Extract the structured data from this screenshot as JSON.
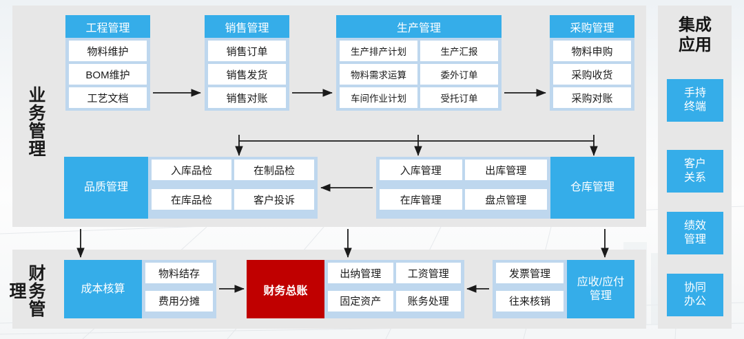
{
  "sections": {
    "business": {
      "title": "业务管理"
    },
    "finance": {
      "title": "财务管理"
    },
    "integration": {
      "title": "集成应用"
    }
  },
  "business_modules": [
    {
      "name": "engineering",
      "header": "工程管理",
      "items": [
        "物料维护",
        "BOM维护",
        "工艺文档"
      ]
    },
    {
      "name": "sales",
      "header": "销售管理",
      "items": [
        "销售订单",
        "销售发货",
        "销售对账"
      ]
    },
    {
      "name": "production",
      "header": "生产管理",
      "items": [
        "生产排产计划",
        "生产汇报",
        "物料需求运算",
        "委外订单",
        "车间作业计划",
        "受托订单"
      ]
    },
    {
      "name": "purchasing",
      "header": "采购管理",
      "items": [
        "物料申购",
        "采购收货",
        "采购对账"
      ]
    }
  ],
  "business_row2": [
    {
      "name": "quality",
      "label": "品质管理",
      "label_side": "left",
      "items": [
        "入库品检",
        "在制品检",
        "在库品检",
        "客户投诉"
      ]
    },
    {
      "name": "warehouse",
      "label": "仓库管理",
      "label_side": "right",
      "items": [
        "入库管理",
        "出库管理",
        "在库管理",
        "盘点管理"
      ]
    }
  ],
  "finance_modules": [
    {
      "name": "cost-accounting",
      "label": "成本核算",
      "label_side": "left",
      "items": [
        "物料结存",
        "费用分摊"
      ]
    },
    {
      "name": "general-ledger",
      "label": "财务总账",
      "label_side": "block",
      "items": []
    },
    {
      "name": "ledger-functions",
      "label": "",
      "label_side": "none",
      "items": [
        "出纳管理",
        "工资管理",
        "固定资产",
        "账务处理"
      ]
    },
    {
      "name": "receivable-payable",
      "label": "应收/应付\n管理",
      "label_side": "right",
      "items": [
        "发票管理",
        "往来核销"
      ]
    }
  ],
  "finance_labels": {
    "cost_accounting": "成本核算",
    "general_ledger": "财务总账",
    "receivable_payable_line1": "应收/应付",
    "receivable_payable_line2": "管理"
  },
  "finance_cells": {
    "cost": [
      "物料结存",
      "费用分摊"
    ],
    "ledger": [
      "出纳管理",
      "工资管理",
      "固定资产",
      "账务处理"
    ],
    "ap_ar": [
      "发票管理",
      "往来核销"
    ]
  },
  "integration_buttons": [
    {
      "name": "handheld-terminal",
      "line1": "手持",
      "line2": "终端"
    },
    {
      "name": "customer-relations",
      "line1": "客户",
      "line2": "关系"
    },
    {
      "name": "performance-management",
      "line1": "绩效",
      "line2": "管理"
    },
    {
      "name": "collaborative-office",
      "line1": "协同",
      "line2": "办公"
    }
  ],
  "colors": {
    "accent_blue": "#35ade9",
    "light_blue": "#bed7ee",
    "panel_gray": "#e7e7e7",
    "red": "#c00000",
    "cell_white": "#ffffff",
    "text_dark": "#1a1a1a"
  }
}
